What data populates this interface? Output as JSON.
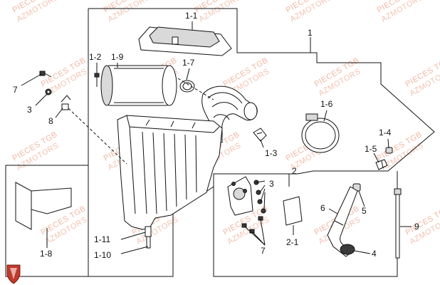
{
  "watermark": {
    "line1": "PIECES TGB",
    "line2": "AZMOTORS"
  },
  "labels": {
    "l1": "1",
    "l1_1": "1-1",
    "l1_2": "1-2",
    "l1_9": "1-9",
    "l1_7": "1-7",
    "l7a": "7",
    "l3a": "3",
    "l8": "8",
    "l1_6": "1-6",
    "l1_4": "1-4",
    "l1_5": "1-5",
    "l1_3": "1-3",
    "l2": "2",
    "l3b": "3",
    "l5": "5",
    "l6": "6",
    "l9": "9",
    "l2_1": "2-1",
    "l7b": "7",
    "l4": "4",
    "l1_8": "1-8",
    "l1_11": "1-11",
    "l1_10": "1-10"
  },
  "colors": {
    "watermark": "#f1b7a2",
    "logo": "#c0392b"
  },
  "logo": {
    "icon": "brand-shield-icon"
  }
}
